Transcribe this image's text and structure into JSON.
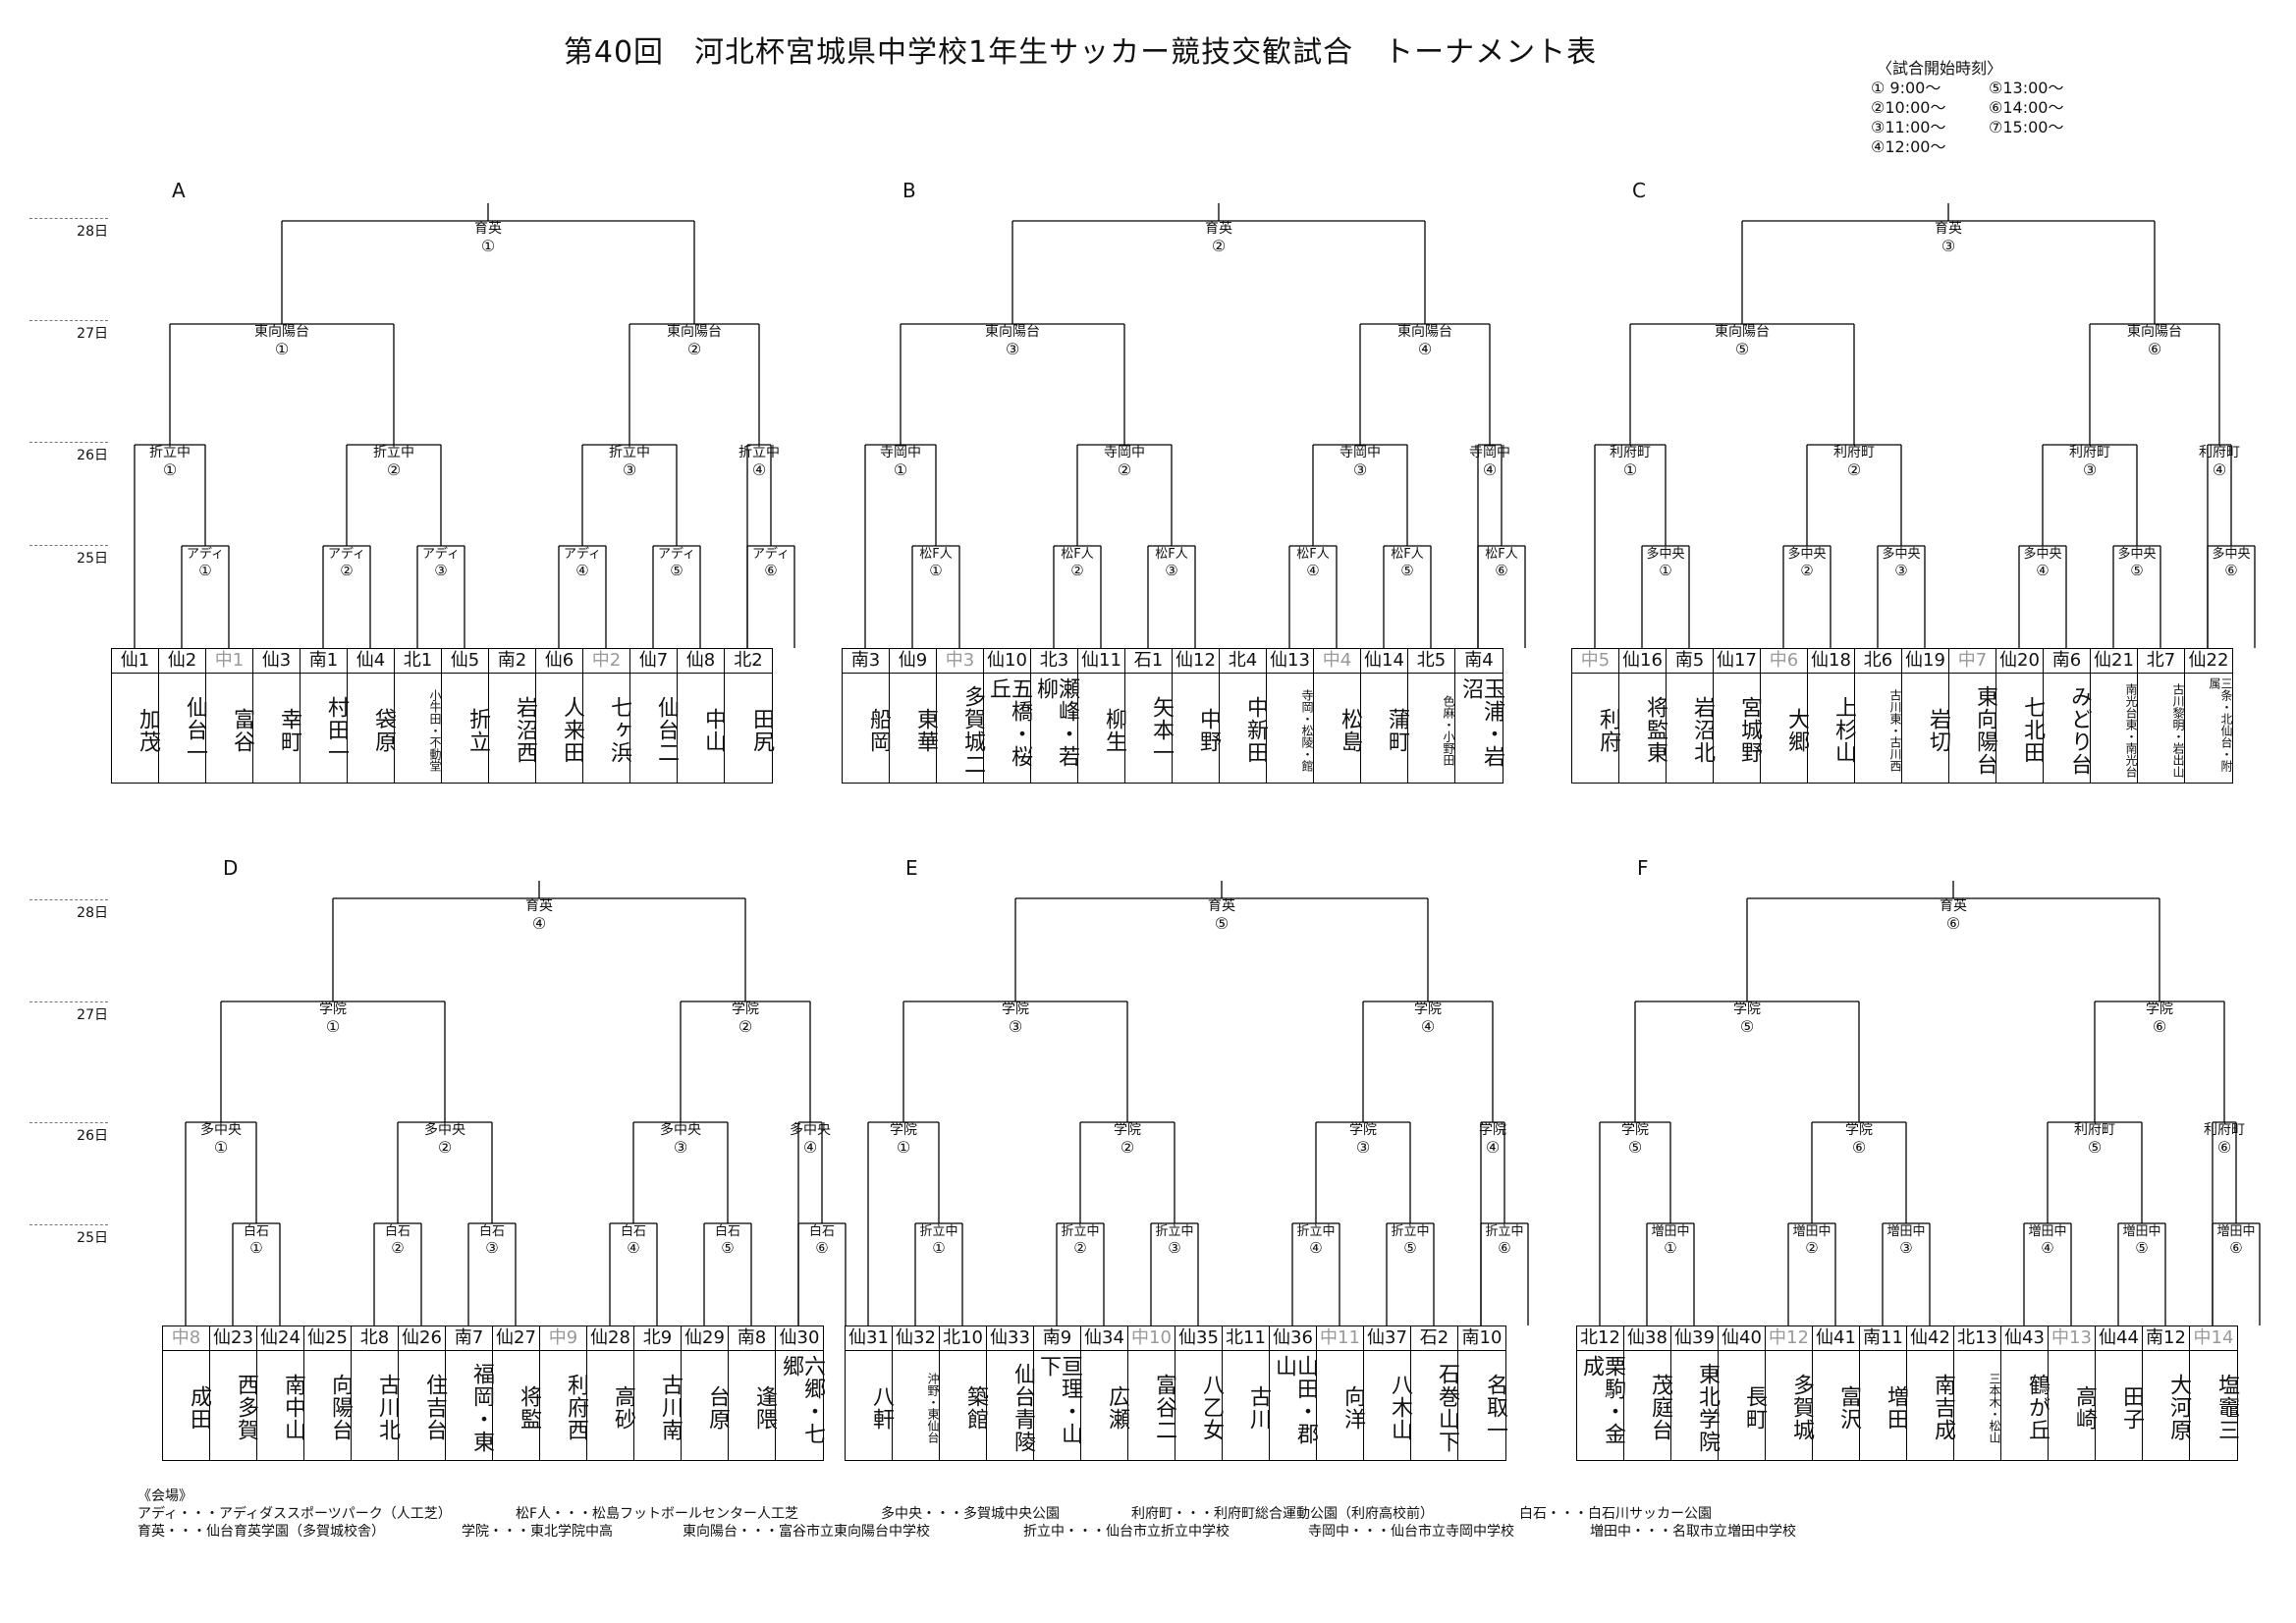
{
  "title": "第40回　河北杯宮城県中学校1年生サッカー競技交歓試合　トーナメント表",
  "schedule": {
    "heading": "〈試合開始時刻〉",
    "times": [
      "① 9:00～",
      "②10:00～",
      "③11:00～",
      "④12:00～",
      "⑤13:00～",
      "⑥14:00～",
      "⑦15:00～"
    ]
  },
  "days": [
    "28日",
    "27日",
    "26日",
    "25日"
  ],
  "sections": [
    {
      "label": "A",
      "final": {
        "venue": "育英",
        "num": "①"
      },
      "semis": [
        {
          "venue": "東向陽台",
          "num": "①"
        },
        {
          "venue": "東向陽台",
          "num": "②"
        }
      ],
      "qf": [
        {
          "venue": "折立中",
          "num": "①"
        },
        {
          "venue": "折立中",
          "num": "②"
        },
        {
          "venue": "折立中",
          "num": "③"
        },
        {
          "venue": "折立中",
          "num": "④"
        }
      ],
      "r1": [
        {
          "venue": "アディ",
          "num": "①"
        },
        {
          "venue": "アディ",
          "num": "②"
        },
        {
          "venue": "アディ",
          "num": "③"
        },
        {
          "venue": "アディ",
          "num": "④"
        },
        {
          "venue": "アディ",
          "num": "⑤"
        },
        {
          "venue": "アディ",
          "num": "⑥"
        }
      ],
      "teams": [
        {
          "code": "仙1",
          "name": "加茂"
        },
        {
          "code": "仙2",
          "name": "仙台一"
        },
        {
          "code": "中1",
          "name": "富谷",
          "gray": true
        },
        {
          "code": "仙3",
          "name": "幸町"
        },
        {
          "code": "南1",
          "name": "村田一"
        },
        {
          "code": "仙4",
          "name": "袋原"
        },
        {
          "code": "北1",
          "name": "小牛田・不動堂",
          "small": true
        },
        {
          "code": "仙5",
          "name": "折立"
        },
        {
          "code": "南2",
          "name": "岩沼西"
        },
        {
          "code": "仙6",
          "name": "人来田"
        },
        {
          "code": "中2",
          "name": "七ヶ浜",
          "gray": true
        },
        {
          "code": "仙7",
          "name": "仙台二"
        },
        {
          "code": "仙8",
          "name": "中山"
        },
        {
          "code": "北2",
          "name": "田尻"
        }
      ]
    },
    {
      "label": "B",
      "final": {
        "venue": "育英",
        "num": "②"
      },
      "semis": [
        {
          "venue": "東向陽台",
          "num": "③"
        },
        {
          "venue": "東向陽台",
          "num": "④"
        }
      ],
      "qf": [
        {
          "venue": "寺岡中",
          "num": "①"
        },
        {
          "venue": "寺岡中",
          "num": "②"
        },
        {
          "venue": "寺岡中",
          "num": "③"
        },
        {
          "venue": "寺岡中",
          "num": "④"
        }
      ],
      "r1": [
        {
          "venue": "松F人",
          "num": "①"
        },
        {
          "venue": "松F人",
          "num": "②"
        },
        {
          "venue": "松F人",
          "num": "③"
        },
        {
          "venue": "松F人",
          "num": "④"
        },
        {
          "venue": "松F人",
          "num": "⑤"
        },
        {
          "venue": "松F人",
          "num": "⑥"
        }
      ],
      "teams": [
        {
          "code": "南3",
          "name": "船岡"
        },
        {
          "code": "仙9",
          "name": "東華"
        },
        {
          "code": "中3",
          "name": "多賀城二",
          "gray": true
        },
        {
          "code": "仙10",
          "name": "五橋・桜丘"
        },
        {
          "code": "北3",
          "name": "瀬峰・若柳"
        },
        {
          "code": "仙11",
          "name": "柳生"
        },
        {
          "code": "石1",
          "name": "矢本一"
        },
        {
          "code": "仙12",
          "name": "中野"
        },
        {
          "code": "北4",
          "name": "中新田"
        },
        {
          "code": "仙13",
          "name": "寺岡・松陵・館",
          "small": true
        },
        {
          "code": "中4",
          "name": "松島",
          "gray": true
        },
        {
          "code": "仙14",
          "name": "蒲町"
        },
        {
          "code": "北5",
          "name": "色麻・小野田",
          "small": true
        },
        {
          "code": "南4",
          "name": "玉浦・岩沼"
        }
      ]
    },
    {
      "label": "C",
      "final": {
        "venue": "育英",
        "num": "③"
      },
      "semis": [
        {
          "venue": "東向陽台",
          "num": "⑤"
        },
        {
          "venue": "東向陽台",
          "num": "⑥"
        }
      ],
      "qf": [
        {
          "venue": "利府町",
          "num": "①"
        },
        {
          "venue": "利府町",
          "num": "②"
        },
        {
          "venue": "利府町",
          "num": "③"
        },
        {
          "venue": "利府町",
          "num": "④"
        }
      ],
      "r1": [
        {
          "venue": "多中央",
          "num": "①"
        },
        {
          "venue": "多中央",
          "num": "②"
        },
        {
          "venue": "多中央",
          "num": "③"
        },
        {
          "venue": "多中央",
          "num": "④"
        },
        {
          "venue": "多中央",
          "num": "⑤"
        },
        {
          "venue": "多中央",
          "num": "⑥"
        }
      ],
      "teams": [
        {
          "code": "中5",
          "name": "利府",
          "gray": true
        },
        {
          "code": "仙16",
          "name": "将監東"
        },
        {
          "code": "南5",
          "name": "岩沼北"
        },
        {
          "code": "仙17",
          "name": "宮城野"
        },
        {
          "code": "中6",
          "name": "大郷",
          "gray": true
        },
        {
          "code": "仙18",
          "name": "上杉山"
        },
        {
          "code": "北6",
          "name": "古川東・古川西",
          "small": true
        },
        {
          "code": "仙19",
          "name": "岩切"
        },
        {
          "code": "中7",
          "name": "東向陽台",
          "gray": true
        },
        {
          "code": "仙20",
          "name": "七北田"
        },
        {
          "code": "南6",
          "name": "みどり台"
        },
        {
          "code": "仙21",
          "name": "南光台東・南光台",
          "small": true
        },
        {
          "code": "北7",
          "name": "古川黎明・岩出山",
          "small": true
        },
        {
          "code": "仙22",
          "name": "三条・北仙台・附属",
          "small": true
        }
      ]
    },
    {
      "label": "D",
      "final": {
        "venue": "育英",
        "num": "④"
      },
      "semis": [
        {
          "venue": "学院",
          "num": "①"
        },
        {
          "venue": "学院",
          "num": "②"
        }
      ],
      "qf": [
        {
          "venue": "多中央",
          "num": "①"
        },
        {
          "venue": "多中央",
          "num": "②"
        },
        {
          "venue": "多中央",
          "num": "③"
        },
        {
          "venue": "多中央",
          "num": "④"
        }
      ],
      "r1": [
        {
          "venue": "白石",
          "num": "①"
        },
        {
          "venue": "白石",
          "num": "②"
        },
        {
          "venue": "白石",
          "num": "③"
        },
        {
          "venue": "白石",
          "num": "④"
        },
        {
          "venue": "白石",
          "num": "⑤"
        },
        {
          "venue": "白石",
          "num": "⑥"
        }
      ],
      "teams": [
        {
          "code": "中8",
          "name": "成田",
          "gray": true
        },
        {
          "code": "仙23",
          "name": "西多賀"
        },
        {
          "code": "仙24",
          "name": "南中山"
        },
        {
          "code": "仙25",
          "name": "向陽台"
        },
        {
          "code": "北8",
          "name": "古川北"
        },
        {
          "code": "仙26",
          "name": "住吉台"
        },
        {
          "code": "南7",
          "name": "福岡・東"
        },
        {
          "code": "仙27",
          "name": "将監"
        },
        {
          "code": "中9",
          "name": "利府西",
          "gray": true
        },
        {
          "code": "仙28",
          "name": "高砂"
        },
        {
          "code": "北9",
          "name": "古川南"
        },
        {
          "code": "仙29",
          "name": "台原"
        },
        {
          "code": "南8",
          "name": "逢隈"
        },
        {
          "code": "仙30",
          "name": "六郷・七郷"
        }
      ]
    },
    {
      "label": "E",
      "final": {
        "venue": "育英",
        "num": "⑤"
      },
      "semis": [
        {
          "venue": "学院",
          "num": "③"
        },
        {
          "venue": "学院",
          "num": "④"
        }
      ],
      "qf": [
        {
          "venue": "学院",
          "num": "①"
        },
        {
          "venue": "学院",
          "num": "②"
        },
        {
          "venue": "学院",
          "num": "③"
        },
        {
          "venue": "学院",
          "num": "④"
        }
      ],
      "r1": [
        {
          "venue": "折立中",
          "num": "①"
        },
        {
          "venue": "折立中",
          "num": "②"
        },
        {
          "venue": "折立中",
          "num": "③"
        },
        {
          "venue": "折立中",
          "num": "④"
        },
        {
          "venue": "折立中",
          "num": "⑤"
        },
        {
          "venue": "折立中",
          "num": "⑥"
        }
      ],
      "teams": [
        {
          "code": "仙31",
          "name": "八軒"
        },
        {
          "code": "仙32",
          "name": "沖野・東仙台",
          "small": true
        },
        {
          "code": "北10",
          "name": "築館"
        },
        {
          "code": "仙33",
          "name": "仙台青陵"
        },
        {
          "code": "南9",
          "name": "亘理・山下"
        },
        {
          "code": "仙34",
          "name": "広瀬"
        },
        {
          "code": "中10",
          "name": "富谷二",
          "gray": true
        },
        {
          "code": "仙35",
          "name": "八乙女"
        },
        {
          "code": "北11",
          "name": "古川"
        },
        {
          "code": "仙36",
          "name": "山田・郡山"
        },
        {
          "code": "中11",
          "name": "向洋",
          "gray": true
        },
        {
          "code": "仙37",
          "name": "八木山"
        },
        {
          "code": "石2",
          "name": "石巻山下"
        },
        {
          "code": "南10",
          "name": "名取一"
        }
      ]
    },
    {
      "label": "F",
      "final": {
        "venue": "育英",
        "num": "⑥"
      },
      "semis": [
        {
          "venue": "学院",
          "num": "⑤"
        },
        {
          "venue": "学院",
          "num": "⑥"
        }
      ],
      "qf": [
        {
          "venue": "学院",
          "num": "⑤"
        },
        {
          "venue": "学院",
          "num": "⑥"
        },
        {
          "venue": "利府町",
          "num": "⑤"
        },
        {
          "venue": "利府町",
          "num": "⑥"
        }
      ],
      "r1": [
        {
          "venue": "増田中",
          "num": "①"
        },
        {
          "venue": "増田中",
          "num": "②"
        },
        {
          "venue": "増田中",
          "num": "③"
        },
        {
          "venue": "増田中",
          "num": "④"
        },
        {
          "venue": "増田中",
          "num": "⑤"
        },
        {
          "venue": "増田中",
          "num": "⑥"
        }
      ],
      "teams": [
        {
          "code": "北12",
          "name": "栗駒・金成"
        },
        {
          "code": "仙38",
          "name": "茂庭台"
        },
        {
          "code": "仙39",
          "name": "東北学院"
        },
        {
          "code": "仙40",
          "name": "長町"
        },
        {
          "code": "中12",
          "name": "多賀城",
          "gray": true
        },
        {
          "code": "仙41",
          "name": "富沢"
        },
        {
          "code": "南11",
          "name": "増田"
        },
        {
          "code": "仙42",
          "name": "南吉成"
        },
        {
          "code": "北13",
          "name": "三本木・松山",
          "small": true
        },
        {
          "code": "仙43",
          "name": "鶴が丘"
        },
        {
          "code": "中13",
          "name": "高崎",
          "gray": true
        },
        {
          "code": "仙44",
          "name": "田子"
        },
        {
          "code": "南12",
          "name": "大河原"
        },
        {
          "code": "中14",
          "name": "塩竈三",
          "gray": true
        }
      ]
    }
  ],
  "legend": {
    "heading": "《会場》",
    "row1": [
      "アディ・・・アディダススポーツパーク（人工芝）",
      "松F人・・・松島フットボールセンター人工芝",
      "多中央・・・多賀城中央公園",
      "利府町・・・利府町総合運動公園（利府高校前）",
      "白石・・・白石川サッカー公園"
    ],
    "row2": [
      "育英・・・仙台育英学園（多賀城校舎）",
      "学院・・・東北学院中高",
      "東向陽台・・・富谷市立東向陽台中学校",
      "折立中・・・仙台市立折立中学校",
      "寺岡中・・・仙台市立寺岡中学校",
      "増田中・・・名取市立増田中学校"
    ]
  }
}
